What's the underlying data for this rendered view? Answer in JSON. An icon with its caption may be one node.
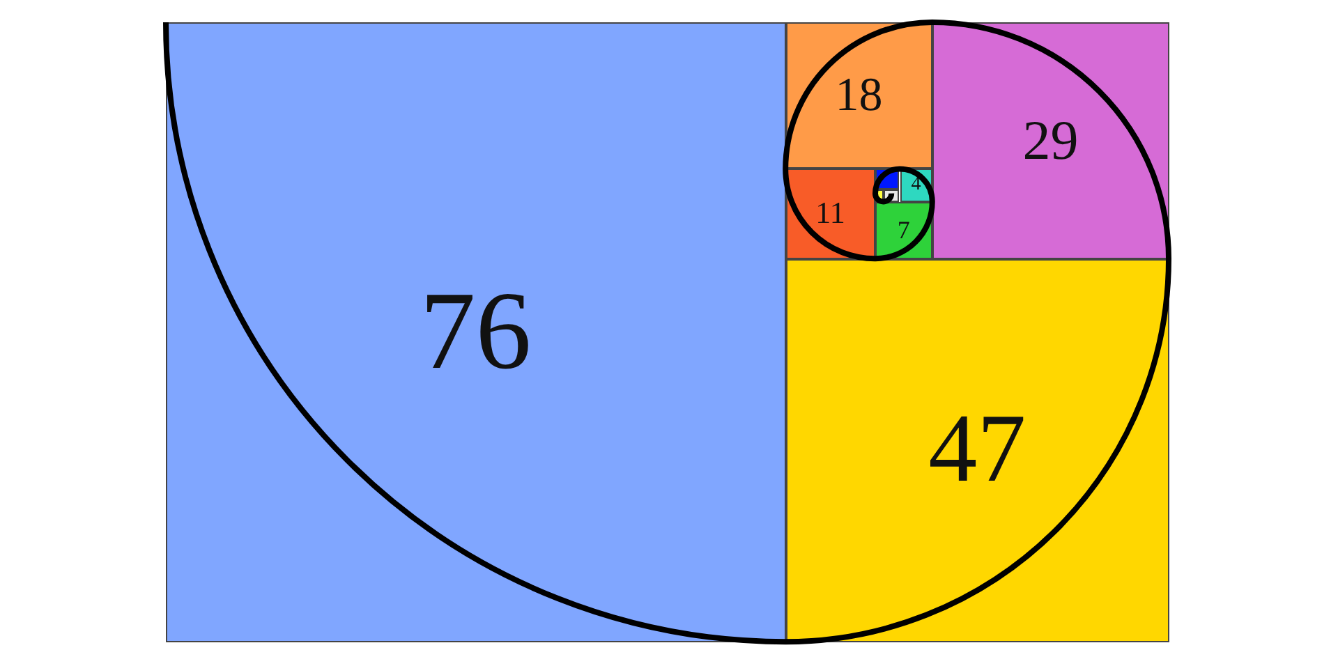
{
  "diagram": {
    "nodes": [
      {
        "text": [
          "76"
        ]
      },
      {
        "text": [
          "18"
        ]
      },
      {
        "text": [
          "29"
        ]
      },
      {
        "text": [
          "11"
        ]
      },
      {
        "text": [
          "4"
        ]
      },
      {
        "text": [
          "7"
        ]
      },
      {
        "text": [
          "47"
        ]
      },
      {
        "text": [],
        "shape": "box"
      },
      {
        "text": [],
        "shape": "box"
      },
      {
        "text": [],
        "shape": "box"
      }
    ],
    "edges": []
  }
}
